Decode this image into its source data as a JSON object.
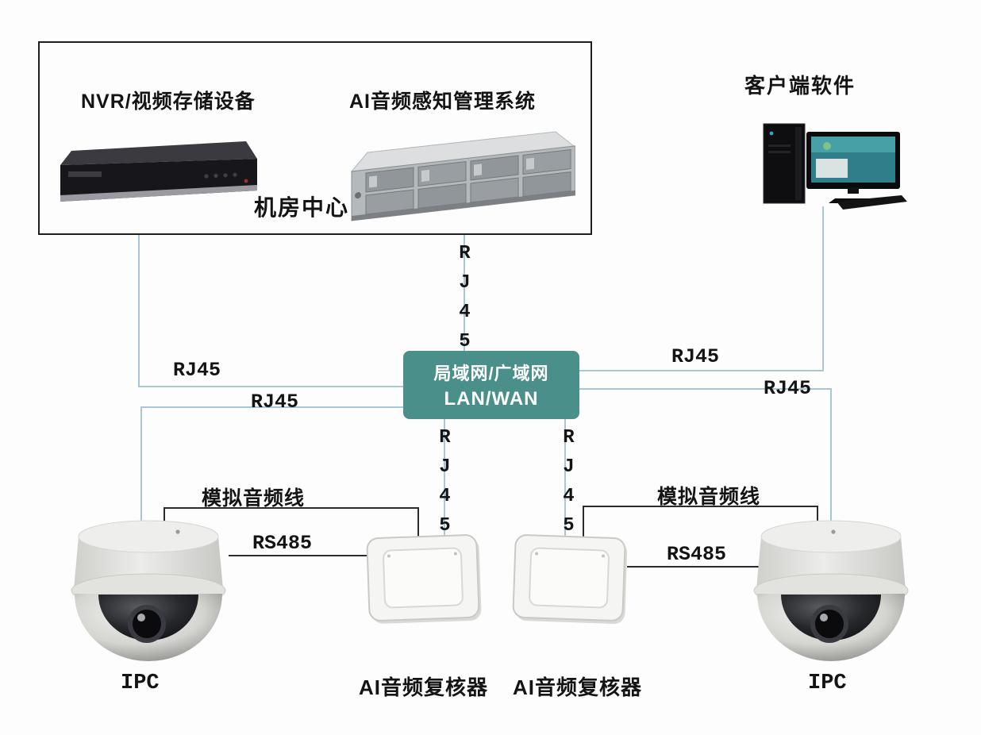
{
  "machine_room": {
    "nvr_label": "NVR/视频存储设备",
    "ai_system_label": "AI音频感知管理系统",
    "room_label": "机房中心"
  },
  "client": {
    "label": "客户端软件"
  },
  "lan_wan": {
    "line1": "局域网/广域网",
    "line2": "LAN/WAN"
  },
  "connections": {
    "rj45": "RJ45",
    "rs485": "RS485",
    "analog_audio": "模拟音频线"
  },
  "devices": {
    "ipc_left_label": "IPC",
    "ipc_right_label": "IPC",
    "ai_checker_left_label": "AI音频复核器",
    "ai_checker_right_label": "AI音频复核器"
  },
  "colors": {
    "lan_box": "#4a8f89",
    "network_line": "#a9c6d6",
    "wire_line": "#2b2b2b"
  }
}
